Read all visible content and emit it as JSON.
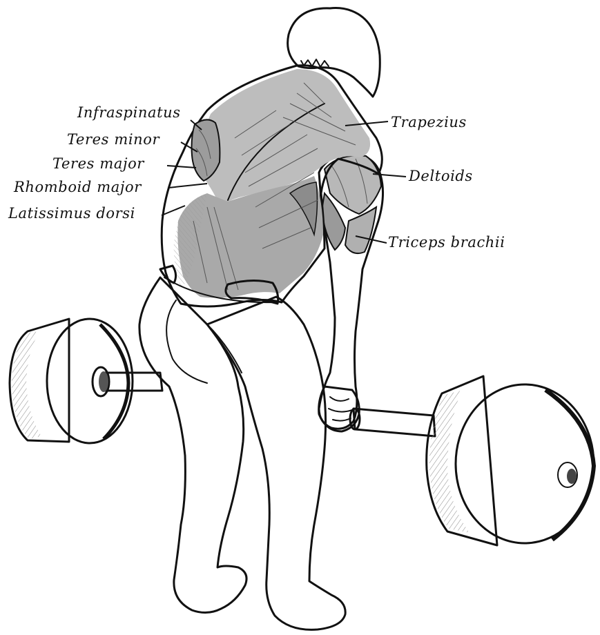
{
  "labels": {
    "infraspinatus": "Infraspinatus",
    "teres_minor": "Teres minor",
    "teres_major": "Teres major",
    "rhomboid_major": "Rhomboid major",
    "latissimus_dorsi": "Latissimus dorsi",
    "trapezius": "Trapezius",
    "deltoids": "Deltoids",
    "triceps_brachii": "Triceps brachii"
  },
  "colors": {
    "ink": "#111111",
    "muscle_shade": "#b8b8b8",
    "muscle_dark": "#8c8c8c",
    "paper": "#ffffff"
  }
}
